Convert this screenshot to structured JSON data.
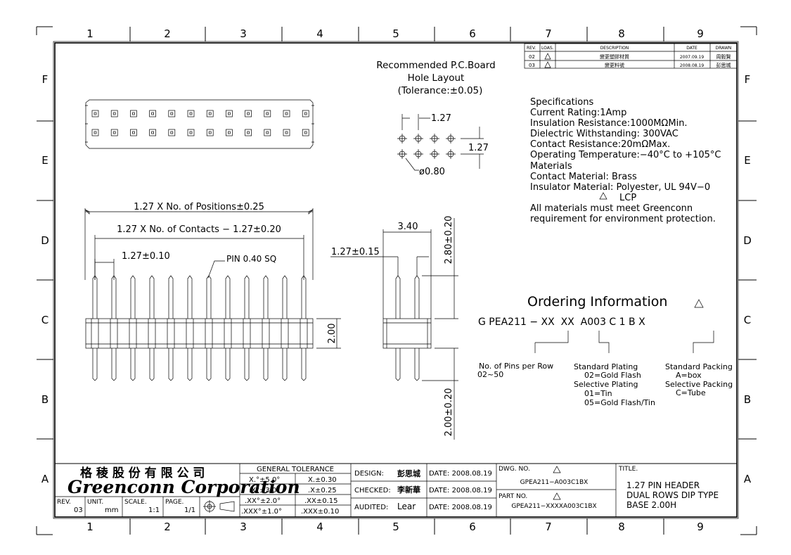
{
  "grid": {
    "columns": [
      "1",
      "2",
      "3",
      "4",
      "5",
      "6",
      "7",
      "8",
      "9"
    ],
    "rows": [
      "F",
      "E",
      "D",
      "C",
      "B",
      "A"
    ]
  },
  "revisions": {
    "headers": {
      "rev": "REV.",
      "loas": "LOAS.",
      "description": "DESCRIPTION",
      "date": "DATE",
      "drawn": "DRAWN"
    },
    "rows": [
      {
        "rev": "02",
        "description": "變更塑膠材質",
        "date": "2007.09.19",
        "drawn": "周毅賢"
      },
      {
        "rev": "03",
        "description": "變更料號",
        "date": "2008.08.19",
        "drawn": "彭思城"
      }
    ]
  },
  "hole_layout": {
    "title_line1": "Recommended P.C.Board",
    "title_line2": "Hole Layout",
    "title_line3": "(Tolerance:±0.05)",
    "pitch_top": "1.27",
    "pitch_side": "1.27",
    "hole_dia": "ø0.80"
  },
  "specifications": {
    "lines": [
      "Specifications",
      "Current Rating:1Amp",
      "Insulation Resistance:1000MΩMin.",
      "Dielectric Withstanding:  300VAC",
      "Contact Resistance:20mΩMax.",
      "Operating Temperature:−40°C to +105°C",
      "Materials",
      "Contact Material: Brass",
      "Insulator Material: Polyester, UL 94V−0",
      "LCP",
      "All materials must meet Greenconn",
      "requirement for environment protection."
    ]
  },
  "front_view": {
    "dim_positions": "1.27 X No. of Positions±0.25",
    "dim_contacts": "1.27 X No. of Contacts − 1.27±0.20",
    "dim_pitch": "1.27±0.10",
    "pin_note": "PIN 0.40 SQ",
    "dim_height": "2.00"
  },
  "side_view": {
    "dim_width": "3.40",
    "dim_pitch": "1.27±0.15",
    "dim_top": "2.80±0.20",
    "dim_bottom": "2.00±0.20"
  },
  "ordering": {
    "title": "Ordering Information",
    "code": "G PEA211 − XX  XX  A003 C 1 B X",
    "pins_label": "No. of Pins per Row",
    "pins_range": "02~50",
    "std_plating": "Standard Plating",
    "std_plating_opt": "02=Gold Flash",
    "sel_plating": "Selective Plating",
    "sel_plating_opt1": "01=Tin",
    "sel_plating_opt2": "05=Gold Flash/Tin",
    "std_packing": "Standard Packing",
    "std_packing_opt": "A=box",
    "sel_packing": "Selective Packing",
    "sel_packing_opt": "C=Tube"
  },
  "title_block": {
    "company_cn": "格 稜 股 份 有 限 公 司",
    "company_en": "Greenconn Corporation",
    "rev_label": "REV.",
    "rev_value": "03",
    "unit_label": "UNIT.",
    "unit_value": "mm",
    "scale_label": "SCALE.",
    "scale_value": "1:1",
    "page_label": "PAGE.",
    "page_value": "1/1",
    "tolerance_header": "GENERAL  TOLERANCE",
    "tolerances": [
      [
        "X.°±5.0°",
        "X.±0.30"
      ],
      [
        ".X°±3.0°",
        ".X±0.25"
      ],
      [
        ".XX°±2.0°",
        ".XX±0.15"
      ],
      [
        ".XXX°±1.0°",
        ".XXX±0.10"
      ]
    ],
    "design_label": "DESIGN:",
    "design_value": "彭思城",
    "checked_label": "CHECKED:",
    "checked_value": "李新華",
    "audited_label": "AUDITED:",
    "audited_value": "Lear",
    "date1": "DATE: 2008.08.19",
    "date2": "DATE: 2008.08.19",
    "date3": "DATE: 2008.08.19",
    "dwg_label": "DWG. NO.",
    "dwg_value": "GPEA211−A003C1BX",
    "part_label": "PART NO.",
    "part_value": "GPEA211−XXXXA003C1BX",
    "title_label": "TITLE.",
    "title_line1": "1.27 PIN HEADER",
    "title_line2": "DUAL ROWS DIP TYPE",
    "title_line3": "BASE 2.00H"
  }
}
